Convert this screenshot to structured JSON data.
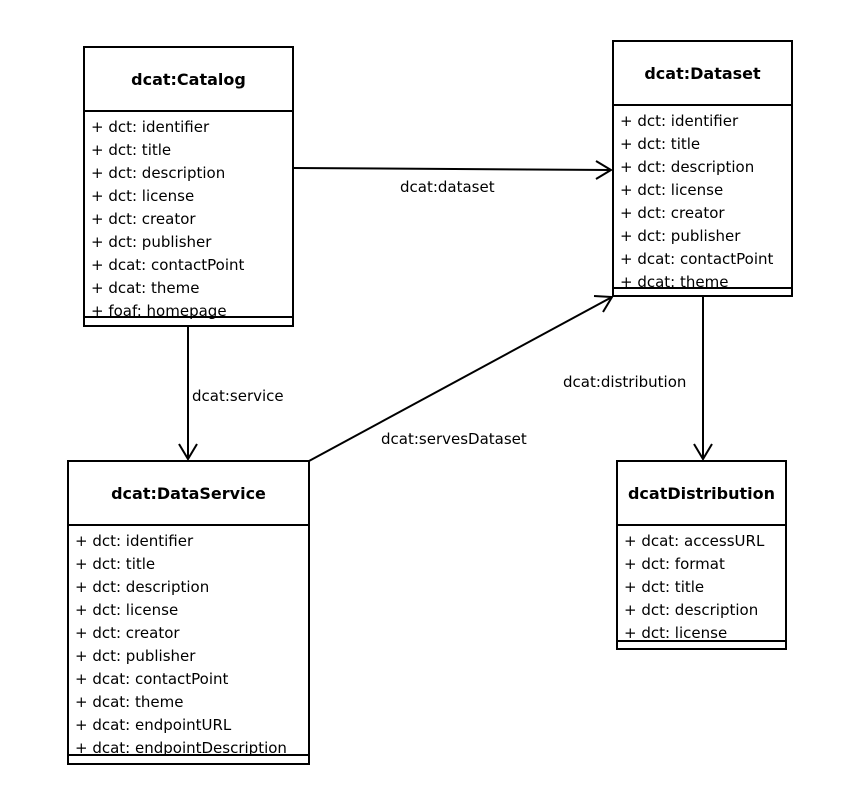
{
  "classes": {
    "catalog": {
      "name": "dcat:Catalog",
      "attributes": [
        "+ dct: identifier",
        "+ dct: title",
        "+ dct: description",
        "+ dct: license",
        "+ dct: creator",
        "+ dct: publisher",
        "+ dcat: contactPoint",
        "+ dcat: theme",
        "+ foaf: homepage"
      ]
    },
    "dataset": {
      "name": "dcat:Dataset",
      "attributes": [
        "+ dct: identifier",
        "+ dct: title",
        "+ dct: description",
        "+ dct: license",
        "+ dct: creator",
        "+ dct: publisher",
        "+ dcat: contactPoint",
        "+ dcat: theme"
      ]
    },
    "dataservice": {
      "name": "dcat:DataService",
      "attributes": [
        "+ dct: identifier",
        "+ dct: title",
        "+ dct: description",
        "+ dct: license",
        "+ dct: creator",
        "+ dct: publisher",
        "+ dcat: contactPoint",
        "+ dcat: theme",
        "+ dcat: endpointURL",
        "+ dcat: endpointDescription"
      ]
    },
    "distribution": {
      "name": "dcatDistribution",
      "attributes": [
        "+ dcat: accessURL",
        "+ dct: format",
        "+ dct: title",
        "+ dct: description",
        "+ dct: license"
      ]
    }
  },
  "relations": {
    "dataset": "dcat:dataset",
    "service": "dcat:service",
    "servesDataset": "dcat:servesDataset",
    "distribution": "dcat:distribution"
  }
}
